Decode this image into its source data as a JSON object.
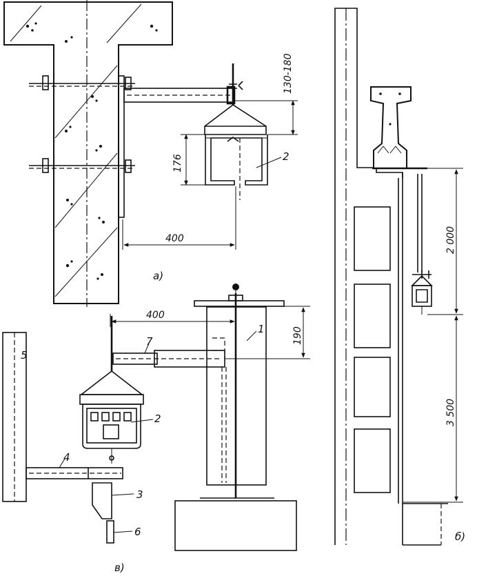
{
  "figure": {
    "panel_labels": {
      "a": "а)",
      "b": "б)",
      "v": "в)"
    },
    "panel_a": {
      "dimensions": {
        "clearance": "130-180",
        "hanger_height": "176",
        "offset": "400"
      },
      "callouts": {
        "fixture": "2"
      }
    },
    "panel_b": {
      "dimensions": {
        "upper": "2 000",
        "lower": "3 500"
      }
    },
    "panel_v": {
      "dimensions": {
        "offset": "400",
        "height": "190"
      },
      "callouts": {
        "column": "1",
        "fixture": "2",
        "bracket_lower": "3",
        "pipe_lower": "4",
        "wall": "5",
        "bracket_foot": "6",
        "pipe_upper": "7"
      }
    }
  }
}
